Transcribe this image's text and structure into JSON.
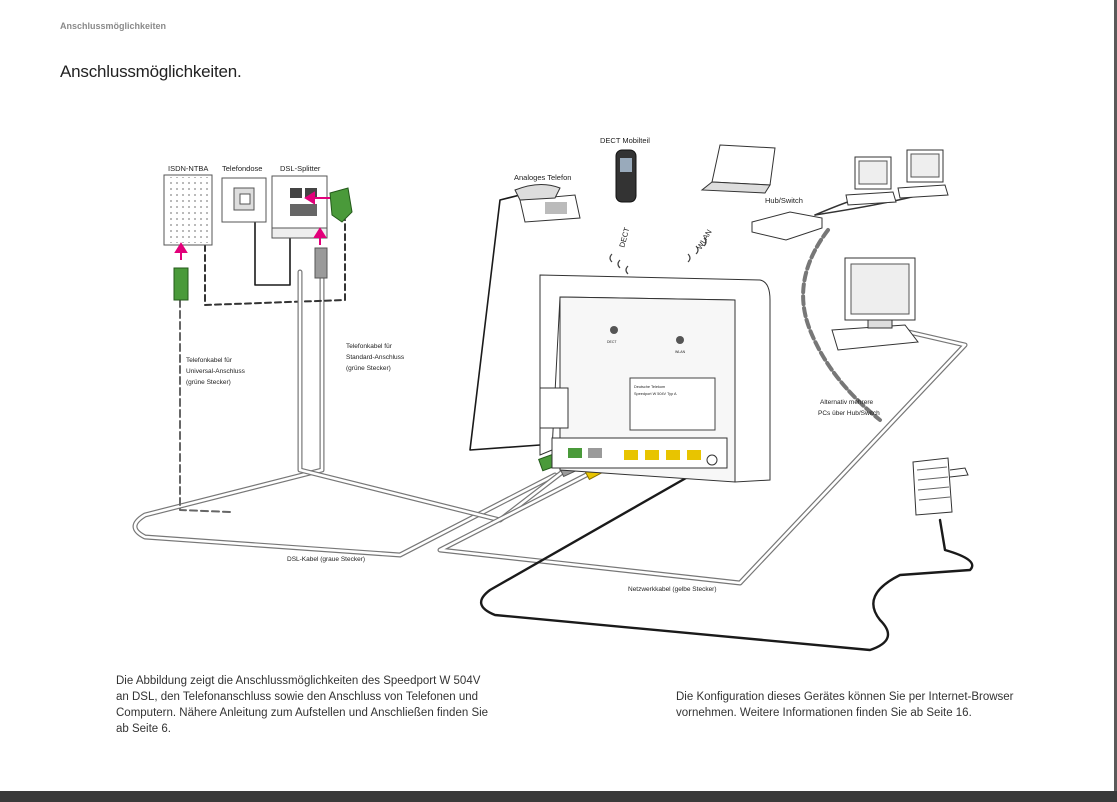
{
  "header": {
    "section_label": "Anschlussmöglichkeiten"
  },
  "page_title": "Anschlussmöglichkeiten.",
  "diagram": {
    "labels": {
      "isdn": "ISDN-NTBA",
      "telefondose": "Telefondose",
      "splitter": "DSL-Splitter",
      "analog_phone": "Analoges Telefon",
      "dect_handset": "DECT Mobilteil",
      "hub": "Hub/Switch",
      "dect_wave": "DECT",
      "wlan_wave": "WLAN",
      "cable_universal": [
        "Telefonkabel für",
        "Universal-Anschluss",
        "(grüne Stecker)"
      ],
      "cable_standard": [
        "Telefonkabel für",
        "Standard-Anschluss",
        "(grüne Stecker)"
      ],
      "alt_pcs": [
        "Alternativ mehrere",
        "PCs über Hub/Switch"
      ],
      "dsl_cable": "DSL-Kabel (graue Stecker)",
      "network_cable": "Netzwerkkabel (gelbe Stecker)",
      "router_label": [
        "Deutsche Telekom",
        "Speedport W 504V Typ A"
      ],
      "router_dect": "DECT",
      "router_wlan": "WLAN"
    }
  },
  "body": {
    "left_text": "Die Abbildung zeigt die Anschlussmöglichkeiten des Speedport W 504V an DSL, den Telefonanschluss sowie den Anschluss von Telefonen und Computern. Nähere Anleitung zum Aufstellen und Anschließen finden Sie ab Seite 6.",
    "right_text": "Die Konfiguration dieses Gerätes können Sie per Internet-Browser vornehmen. Weitere Informationen finden Sie ab Seite 16."
  },
  "colors": {
    "magenta": "#e2007a",
    "green_plug": "#4a9a3a",
    "yellow_plug": "#e8c400",
    "grey_plug": "#9a9a9a"
  }
}
